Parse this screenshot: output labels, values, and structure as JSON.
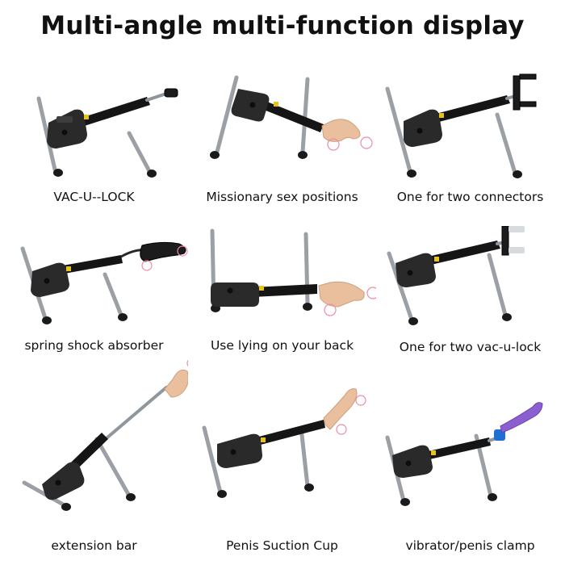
{
  "title": "Multi-angle multi-function display",
  "items": [
    {
      "caption": "VAC-U--LOCK",
      "attachment": "vac-u-lock-connector"
    },
    {
      "caption": "Missionary sex positions",
      "attachment": "dildo"
    },
    {
      "caption": "One for two connectors",
      "attachment": "double-connector"
    },
    {
      "caption": "spring shock absorber",
      "attachment": "spring-dildo"
    },
    {
      "caption": "Use lying on your back",
      "attachment": "dildo"
    },
    {
      "caption": "One for two vac-u-lock",
      "attachment": "double-vac-u-lock"
    },
    {
      "caption": "extension bar",
      "attachment": "extension-rod-dildo"
    },
    {
      "caption": "Penis Suction Cup",
      "attachment": "suction-cup-dildo"
    },
    {
      "caption": "vibrator/penis clamp",
      "attachment": "clamp-vibrator"
    }
  ]
}
